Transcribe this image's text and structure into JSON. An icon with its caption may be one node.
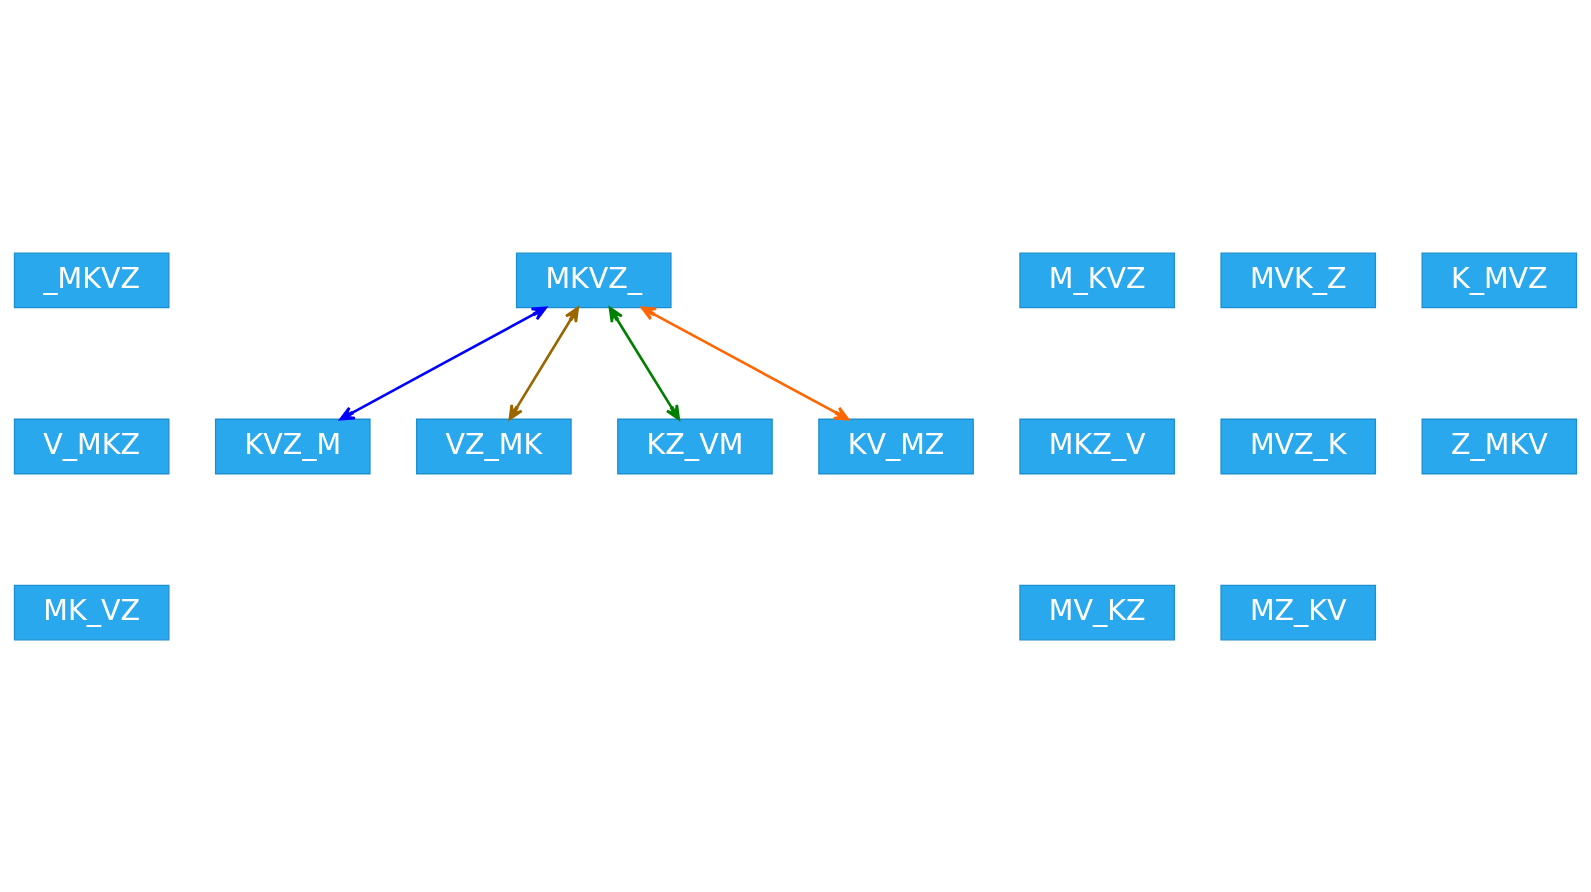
{
  "diagram": {
    "nodes": [
      {
        "text": [
          "_MKVZ"
        ]
      },
      {
        "text": [
          "MKVZ_"
        ]
      },
      {
        "text": [
          "M_KVZ"
        ]
      },
      {
        "text": [
          "MVK_Z"
        ]
      },
      {
        "text": [
          "K_MVZ"
        ]
      },
      {
        "text": [
          "V_MKZ"
        ]
      },
      {
        "text": [
          "MKZ_V"
        ]
      },
      {
        "text": [
          "MVZ_K"
        ]
      },
      {
        "text": [
          "Z_MKV"
        ]
      },
      {
        "text": [
          "KVZ_M"
        ]
      },
      {
        "text": [
          "MK_VZ"
        ]
      },
      {
        "text": [
          "MV_KZ"
        ]
      },
      {
        "text": [
          "VZ_MK"
        ]
      },
      {
        "text": [
          "KZ_VM"
        ]
      },
      {
        "text": [
          "MZ_KV"
        ]
      },
      {
        "text": [
          "KV_MZ"
        ]
      }
    ],
    "edges": [
      {
        "from": 1,
        "to": 9,
        "arrow": "both",
        "color": "#0000ff"
      },
      {
        "from": 1,
        "to": 12,
        "arrow": "both",
        "color": "#996600"
      },
      {
        "from": 1,
        "to": 13,
        "arrow": "both",
        "color": "#008000"
      },
      {
        "from": 1,
        "to": 15,
        "arrow": "both",
        "color": "#ff6600"
      }
    ]
  }
}
